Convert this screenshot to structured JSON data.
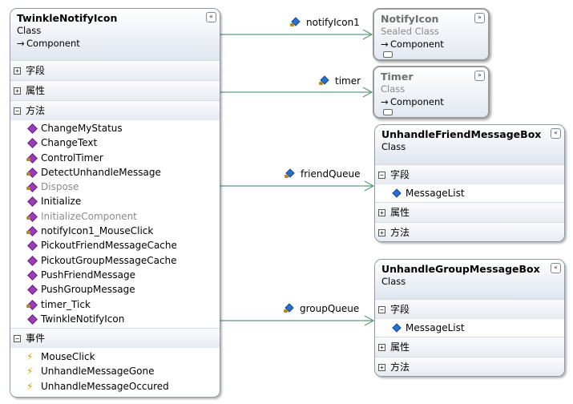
{
  "main_class": {
    "name": "TwinkleNotifyIcon",
    "type": "Class",
    "base": "Component",
    "sections": {
      "fields": "字段",
      "properties": "属性",
      "methods": "方法",
      "events": "事件"
    },
    "methods": [
      {
        "name": "ChangeMyStatus",
        "access": "public"
      },
      {
        "name": "ChangeText",
        "access": "public"
      },
      {
        "name": "ControlTimer",
        "access": "private"
      },
      {
        "name": "DetectUnhandleMessage",
        "access": "private"
      },
      {
        "name": "Dispose",
        "access": "protected",
        "grey": true
      },
      {
        "name": "Initialize",
        "access": "public"
      },
      {
        "name": "InitializeComponent",
        "access": "private",
        "grey": true
      },
      {
        "name": "notifyIcon1_MouseClick",
        "access": "private"
      },
      {
        "name": "PickoutFriendMessageCache",
        "access": "public"
      },
      {
        "name": "PickoutGroupMessageCache",
        "access": "public"
      },
      {
        "name": "PushFriendMessage",
        "access": "public"
      },
      {
        "name": "PushGroupMessage",
        "access": "public"
      },
      {
        "name": "timer_Tick",
        "access": "private"
      },
      {
        "name": "TwinkleNotifyIcon",
        "access": "public"
      }
    ],
    "events": [
      "MouseClick",
      "UnhandleMessageGone",
      "UnhandleMessageOccured"
    ]
  },
  "notify_icon": {
    "name": "NotifyIcon",
    "type": "Sealed Class",
    "base": "Component"
  },
  "timer": {
    "name": "Timer",
    "type": "Class",
    "base": "Component"
  },
  "friend_box": {
    "name": "UnhandleFriendMessageBox",
    "type": "Class",
    "sections": {
      "fields": "字段",
      "properties": "属性",
      "methods": "方法"
    },
    "fields": [
      "MessageList"
    ]
  },
  "group_box": {
    "name": "UnhandleGroupMessageBox",
    "type": "Class",
    "sections": {
      "fields": "字段",
      "properties": "属性",
      "methods": "方法"
    },
    "fields": [
      "MessageList"
    ]
  },
  "associations": {
    "notify_icon": "notifyIcon1",
    "timer": "timer",
    "friend_queue": "friendQueue",
    "group_queue": "groupQueue"
  },
  "colors": {
    "connector": "#5a9a7a",
    "border": "#8e9aa8",
    "method_icon": "#9b3bb8",
    "field_icon": "#2d6fd1",
    "event_icon": "#d99a06"
  },
  "symbols": {
    "collapse": "«",
    "expand": "»",
    "minus": "−",
    "plus": "+",
    "inherit": "→"
  }
}
